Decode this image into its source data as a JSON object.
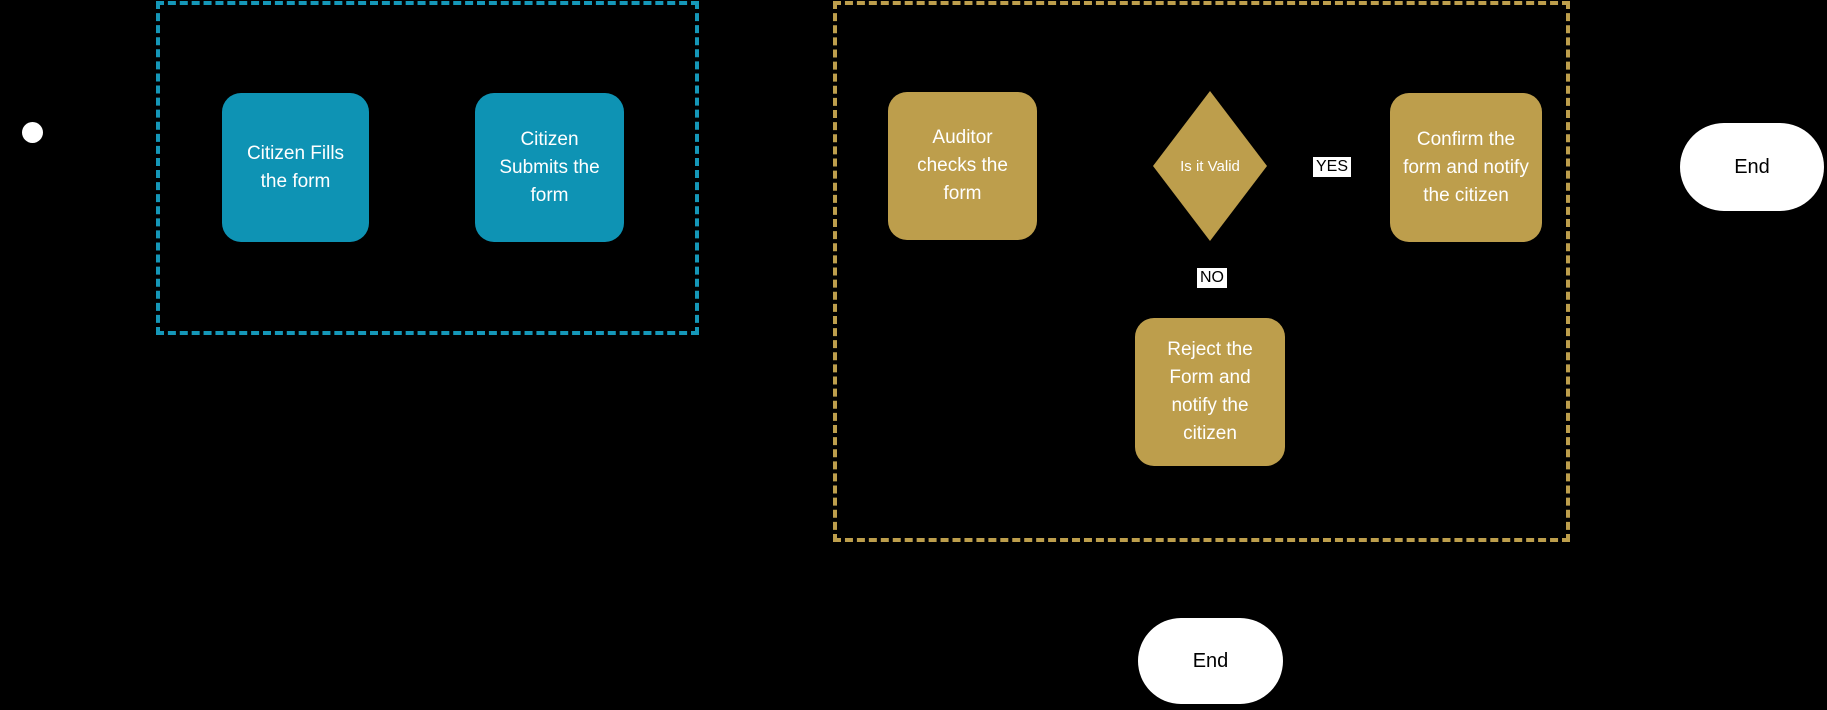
{
  "diagram": {
    "type": "flowchart",
    "background_color": "#000000",
    "lanes": [
      {
        "id": "citizen-lane",
        "accent_color": "#1597b8",
        "border_style": "dashed"
      },
      {
        "id": "auditor-lane",
        "accent_color": "#bd9e4c",
        "border_style": "dashed"
      }
    ],
    "colors": {
      "citizen_node_fill": "#0e93b4",
      "auditor_node_fill": "#bd9e4c",
      "node_text": "#ffffff",
      "terminal_fill": "#ffffff",
      "terminal_text": "#000000",
      "edge_label_bg": "#ffffff",
      "edge_label_text": "#000000",
      "start_dot": "#ffffff"
    },
    "nodes": {
      "citizen_fills": {
        "label": "Citizen Fills the form",
        "shape": "rounded-rect"
      },
      "citizen_submits": {
        "label": "Citizen Submits the form",
        "shape": "rounded-rect"
      },
      "auditor_checks": {
        "label": "Auditor checks the form",
        "shape": "rounded-rect"
      },
      "is_valid": {
        "label": "Is it Valid",
        "shape": "diamond"
      },
      "confirm": {
        "label": "Confirm the form and notify the citizen",
        "shape": "rounded-rect"
      },
      "reject": {
        "label": "Reject the Form and notify the citizen",
        "shape": "rounded-rect"
      },
      "end_main": {
        "label": "End",
        "shape": "stadium"
      },
      "end_reject": {
        "label": "End",
        "shape": "stadium"
      }
    },
    "edge_labels": {
      "yes": "YES",
      "no": "NO"
    }
  }
}
